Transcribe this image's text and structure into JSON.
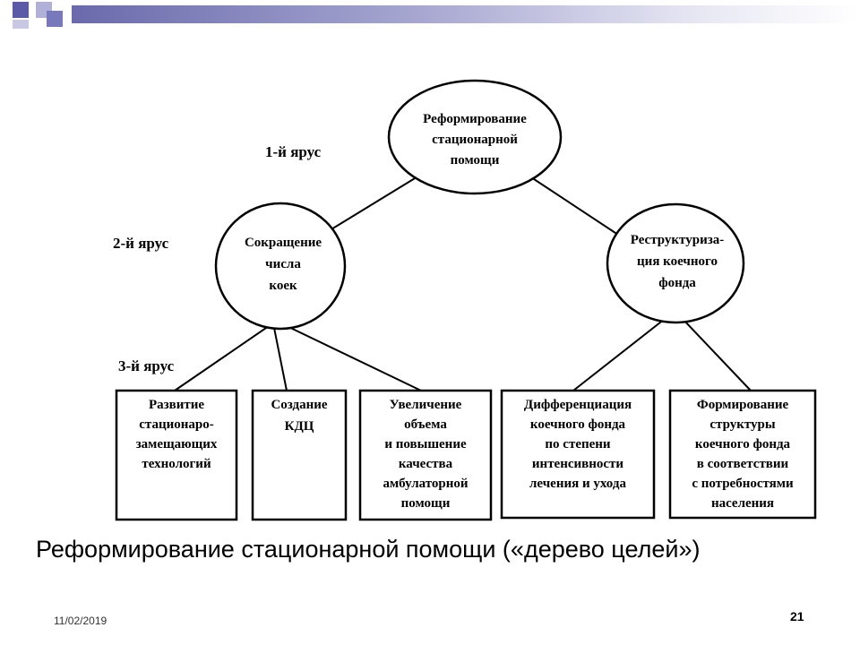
{
  "slide": {
    "caption": "Реформирование стационарной помощи («дерево целей»)",
    "date": "11/02/2019",
    "page_number": "21",
    "accent_colors": {
      "square_dark": "#5a5aa8",
      "square_light": "#b0b0d8",
      "bar": "#6a6aac"
    }
  },
  "tiers": {
    "tier1": "1-й ярус",
    "tier2": "2-й ярус",
    "tier3": "3-й ярус"
  },
  "nodes": {
    "root": [
      "Реформирование",
      "стационарной",
      "помощи"
    ],
    "left": [
      "Сокращение",
      "числа",
      "коек"
    ],
    "right": [
      "Реструктуриза-",
      "ция коечного",
      "фонда"
    ],
    "box1": [
      "Развитие",
      "стационаро-",
      "замещающих",
      "технологий"
    ],
    "box2": [
      "Создание",
      "КДЦ"
    ],
    "box3": [
      "Увеличение",
      "объема",
      "и повышение",
      "качества",
      "амбулаторной",
      "помощи"
    ],
    "box4": [
      "Дифференциация",
      "коечного фонда",
      "по степени",
      "интенсивности",
      "лечения и ухода"
    ],
    "box5": [
      "Формирование",
      "структуры",
      "коечного фонда",
      "в соответствии",
      "с потребностями",
      "населения"
    ]
  }
}
